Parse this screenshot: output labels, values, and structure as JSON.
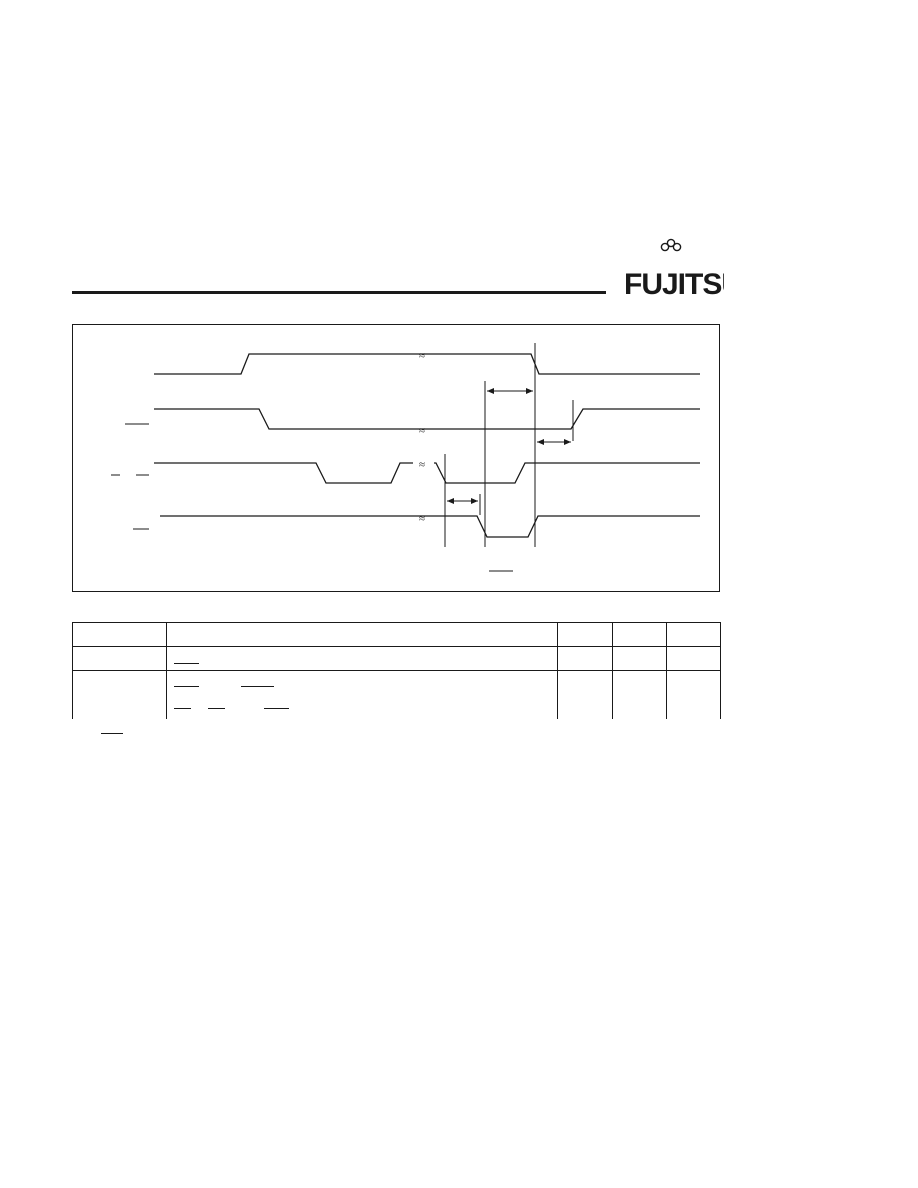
{
  "logo": {
    "brand": "FUJITSU"
  },
  "colors": {
    "ink": "#1a1a1a",
    "background": "#ffffff"
  },
  "timing_diagram": {
    "signals": [
      {
        "index": 1,
        "label": ""
      },
      {
        "index": 2,
        "label": ""
      },
      {
        "index": 3,
        "label": ""
      },
      {
        "index": 4,
        "label": ""
      }
    ]
  },
  "table": {
    "columns": [
      "",
      "",
      "",
      "",
      ""
    ],
    "rows": [
      [
        "",
        "",
        "",
        "",
        ""
      ],
      [
        "",
        "",
        "",
        "",
        ""
      ]
    ]
  },
  "note": ""
}
